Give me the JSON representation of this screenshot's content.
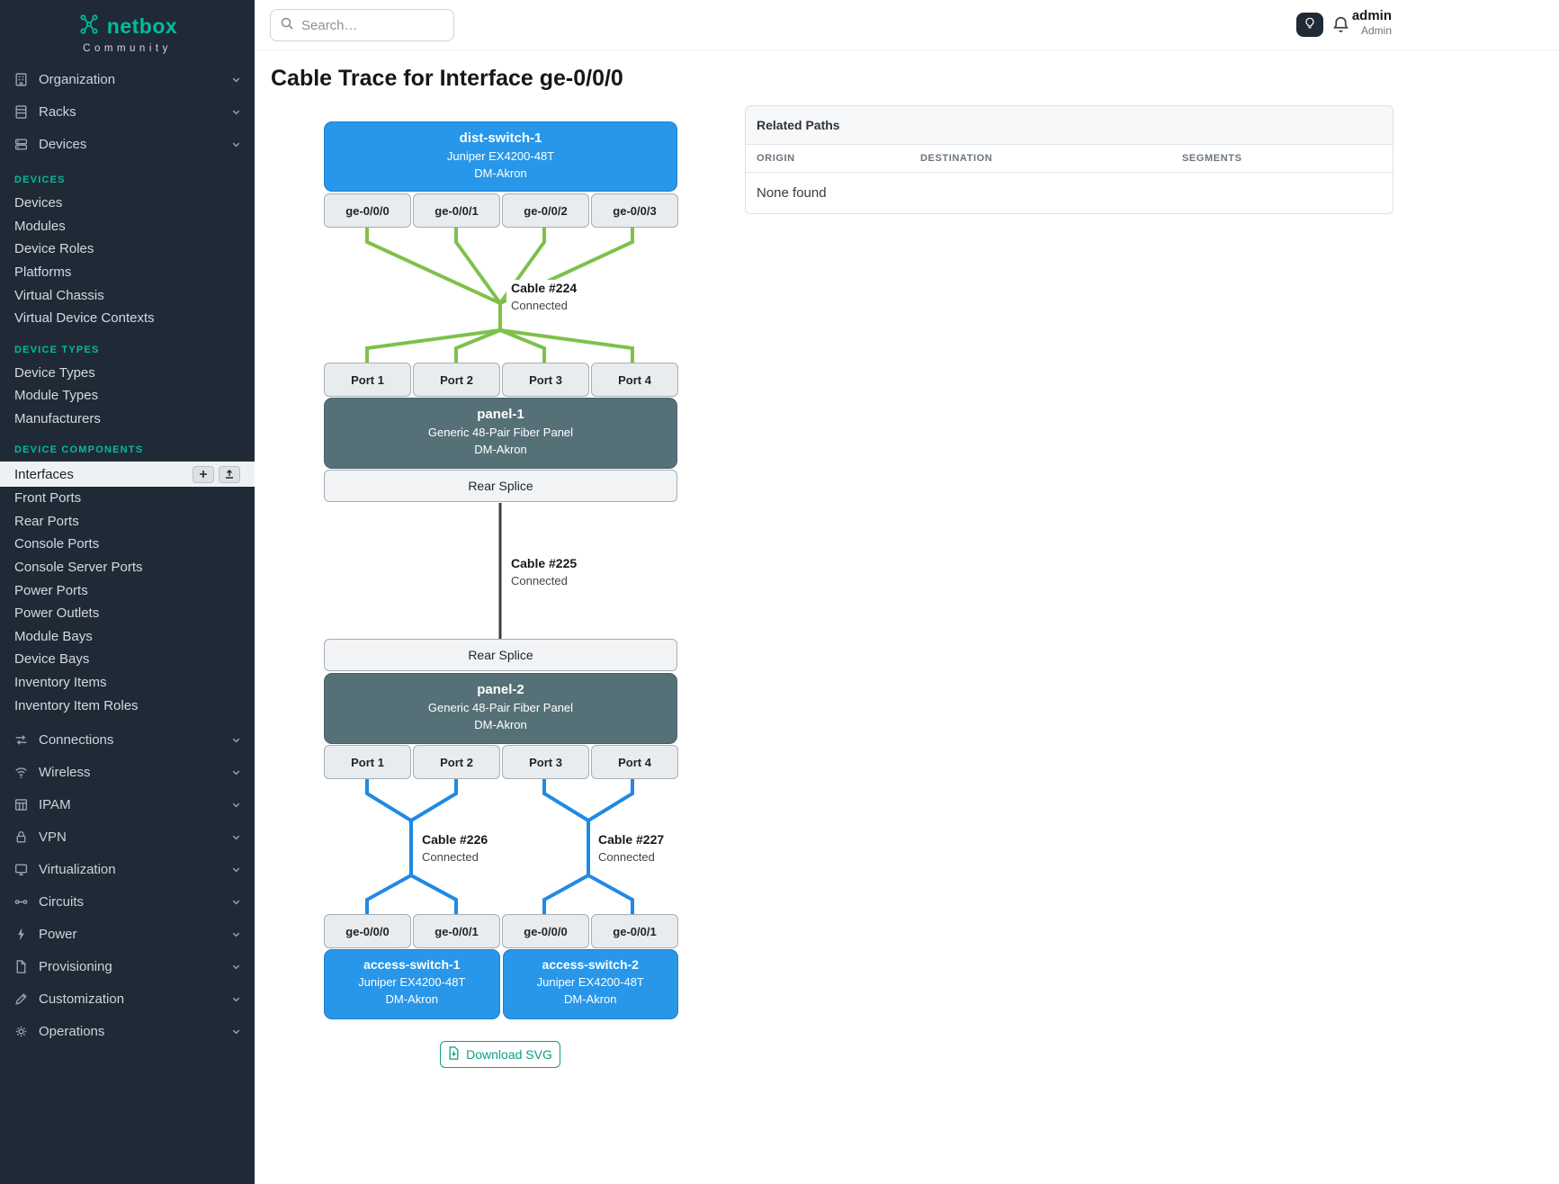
{
  "sidebar": {
    "brand": "netbox",
    "brand_subtitle": "Community",
    "top_items": [
      "Organization",
      "Racks",
      "Devices"
    ],
    "sections": [
      {
        "title": "DEVICES",
        "items": [
          "Devices",
          "Modules",
          "Device Roles",
          "Platforms",
          "Virtual Chassis",
          "Virtual Device Contexts"
        ]
      },
      {
        "title": "DEVICE TYPES",
        "items": [
          "Device Types",
          "Module Types",
          "Manufacturers"
        ]
      },
      {
        "title": "DEVICE COMPONENTS",
        "items": [
          "Interfaces",
          "Front Ports",
          "Rear Ports",
          "Console Ports",
          "Console Server Ports",
          "Power Ports",
          "Power Outlets",
          "Module Bays",
          "Device Bays",
          "Inventory Items",
          "Inventory Item Roles"
        ]
      }
    ],
    "bottom_items": [
      "Connections",
      "Wireless",
      "IPAM",
      "VPN",
      "Virtualization",
      "Circuits",
      "Power",
      "Provisioning",
      "Customization",
      "Operations"
    ]
  },
  "topbar": {
    "search_placeholder": "Search…",
    "user_name": "admin",
    "user_role": "Admin"
  },
  "page": {
    "title": "Cable Trace for Interface ge-0/0/0",
    "download_label": "Download SVG"
  },
  "trace": {
    "top_device": {
      "name": "dist-switch-1",
      "model": "Juniper EX4200-48T",
      "site": "DM-Akron"
    },
    "top_ports": [
      "ge-0/0/0",
      "ge-0/0/1",
      "ge-0/0/2",
      "ge-0/0/3"
    ],
    "cable224": {
      "name": "Cable #224",
      "status": "Connected"
    },
    "panel1_ports": [
      "Port 1",
      "Port 2",
      "Port 3",
      "Port 4"
    ],
    "panel1": {
      "name": "panel-1",
      "model": "Generic 48-Pair Fiber Panel",
      "site": "DM-Akron"
    },
    "rear_splice_top": "Rear Splice",
    "cable225": {
      "name": "Cable #225",
      "status": "Connected"
    },
    "rear_splice_bottom": "Rear Splice",
    "panel2": {
      "name": "panel-2",
      "model": "Generic 48-Pair Fiber Panel",
      "site": "DM-Akron"
    },
    "panel2_ports": [
      "Port 1",
      "Port 2",
      "Port 3",
      "Port 4"
    ],
    "cable226": {
      "name": "Cable #226",
      "status": "Connected"
    },
    "cable227": {
      "name": "Cable #227",
      "status": "Connected"
    },
    "bottom_ports": [
      "ge-0/0/0",
      "ge-0/0/1",
      "ge-0/0/0",
      "ge-0/0/1"
    ],
    "access_switch_1": {
      "name": "access-switch-1",
      "model": "Juniper EX4200-48T",
      "site": "DM-Akron"
    },
    "access_switch_2": {
      "name": "access-switch-2",
      "model": "Juniper EX4200-48T",
      "site": "DM-Akron"
    }
  },
  "related_paths": {
    "title": "Related Paths",
    "columns": [
      "ORIGIN",
      "DESTINATION",
      "SEGMENTS"
    ],
    "empty_text": "None found"
  },
  "colors": {
    "accent_teal": "#00bd9c",
    "device_blue": "#2897e9",
    "panel_slate": "#567078",
    "cable_green": "#7dc14b",
    "cable_blue": "#2089e5",
    "cable_neutral": "#3a4147"
  }
}
